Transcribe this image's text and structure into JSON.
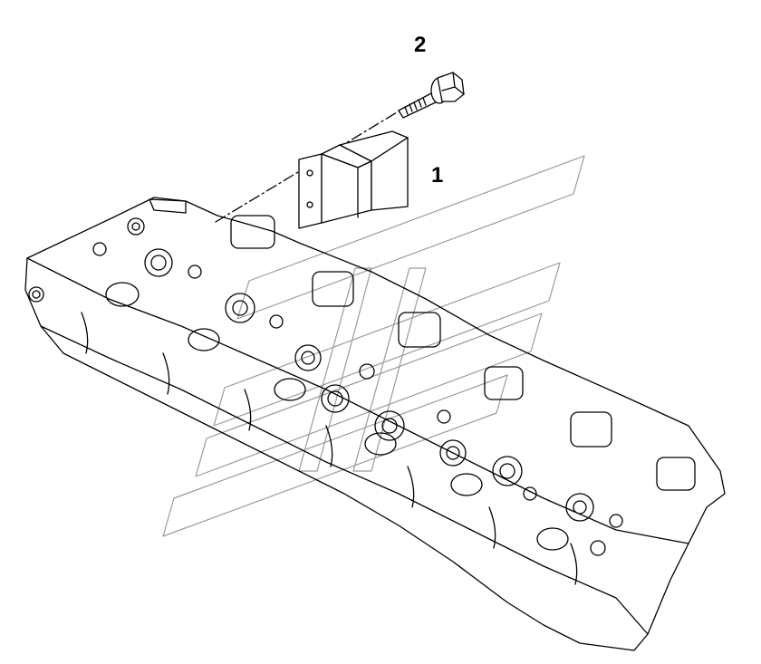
{
  "callouts": [
    {
      "id": "1",
      "label": "1"
    },
    {
      "id": "2",
      "label": "2"
    }
  ],
  "colors": {
    "line": "#000000",
    "watermark": "#9a9a9a",
    "background": "#ffffff"
  },
  "icons": [
    "bracket",
    "flange-bolt",
    "cylinder-head",
    "watermark-logo"
  ]
}
